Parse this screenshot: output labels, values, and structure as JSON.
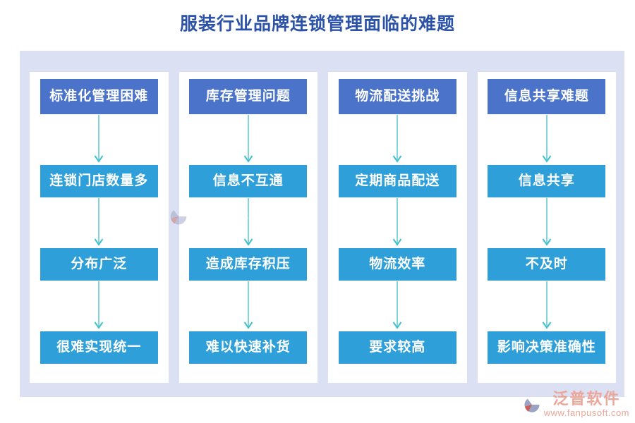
{
  "title": "服装行业品牌连锁管理面临的难题",
  "columns": [
    {
      "boxes": [
        "标准化管理困难",
        "连锁门店数量多",
        "分布广泛",
        "很难实现统一"
      ]
    },
    {
      "boxes": [
        "库存管理问题",
        "信息不互通",
        "造成库存积压",
        "难以快速补货"
      ]
    },
    {
      "boxes": [
        "物流配送挑战",
        "定期商品配送",
        "物流效率",
        "要求较高"
      ]
    },
    {
      "boxes": [
        "信息共享难题",
        "信息共享",
        "不及时",
        "影响决策准确性"
      ]
    }
  ],
  "watermark": {
    "brand": "泛普软件",
    "url": "www.fanpusoft.com"
  },
  "colors": {
    "title_color": "#2B52A6",
    "header_box": "#4A73C9",
    "step_box": "#2E9FD8",
    "arrow_line": "#82D4DA",
    "arrow_head": "#3EC2CD",
    "board_bg": "#DBE1F2",
    "panel_bg": "#FFFFFF",
    "watermark_color": "#EBA69A"
  }
}
